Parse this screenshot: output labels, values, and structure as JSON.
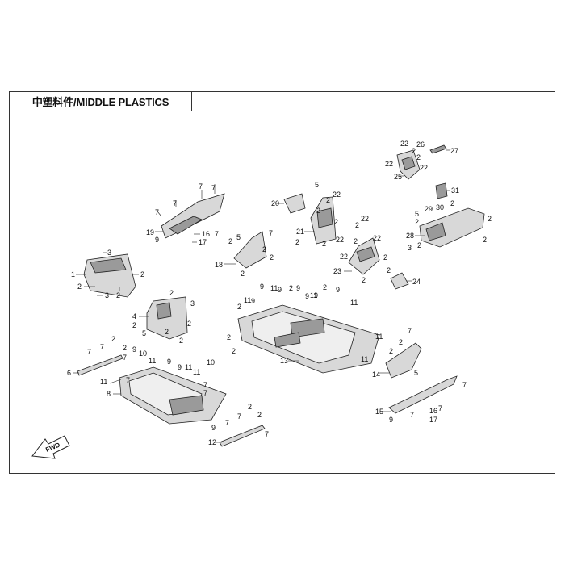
{
  "title": "中塑料件/MIDDLE PLASTICS",
  "fwd_label": "FWD",
  "callouts": [
    "1",
    "2",
    "3",
    "4",
    "5",
    "6",
    "7",
    "8",
    "9",
    "10",
    "11",
    "12",
    "13",
    "14",
    "15",
    "16",
    "17",
    "18",
    "19",
    "20",
    "21",
    "22",
    "23",
    "24",
    "25",
    "26",
    "27",
    "28",
    "29",
    "30",
    "31"
  ],
  "colors": {
    "line": "#222222",
    "part_fill": "#d8d8d8",
    "dark_fill": "#9a9a9a"
  }
}
